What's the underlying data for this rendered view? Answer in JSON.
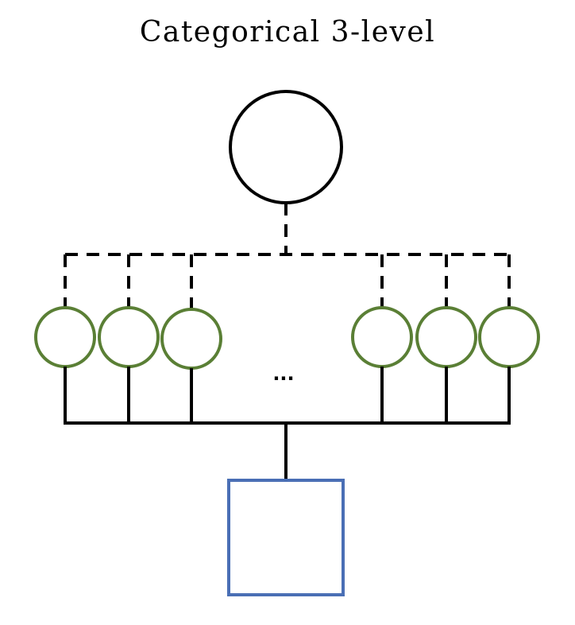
{
  "title": "Categorical 3-level",
  "ellipsis": "...",
  "colors": {
    "top_node_stroke": "#000000",
    "middle_node_stroke": "#5a7f35",
    "bottom_node_stroke": "#4a6fb5",
    "connector": "#000000"
  },
  "nodes": {
    "top": {
      "shape": "circle"
    },
    "middle": {
      "shape": "circle",
      "count_shown": 6
    },
    "bottom": {
      "shape": "square"
    }
  }
}
